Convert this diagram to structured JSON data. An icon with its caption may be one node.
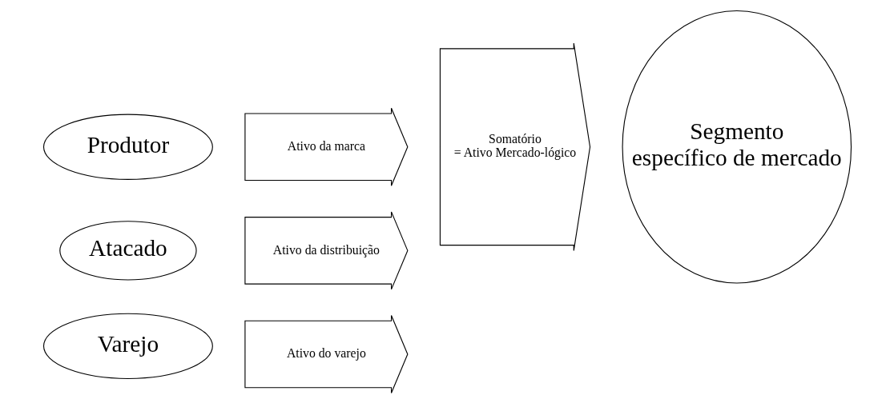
{
  "diagram": {
    "nodes": [
      {
        "text": [
          "Produtor"
        ]
      },
      {
        "text": [
          "Ativo da marca"
        ]
      },
      {
        "text": [
          "Ativo da distribuição"
        ]
      },
      {
        "text": [
          "Atacado"
        ]
      },
      {
        "text": [
          "Somatório = Ativo Mercado-lógico"
        ]
      },
      {
        "text": [
          "Segmento específico de mercado"
        ]
      },
      {
        "text": [
          "Ativo do varejo"
        ]
      },
      {
        "text": [
          "Varejo"
        ]
      }
    ]
  }
}
